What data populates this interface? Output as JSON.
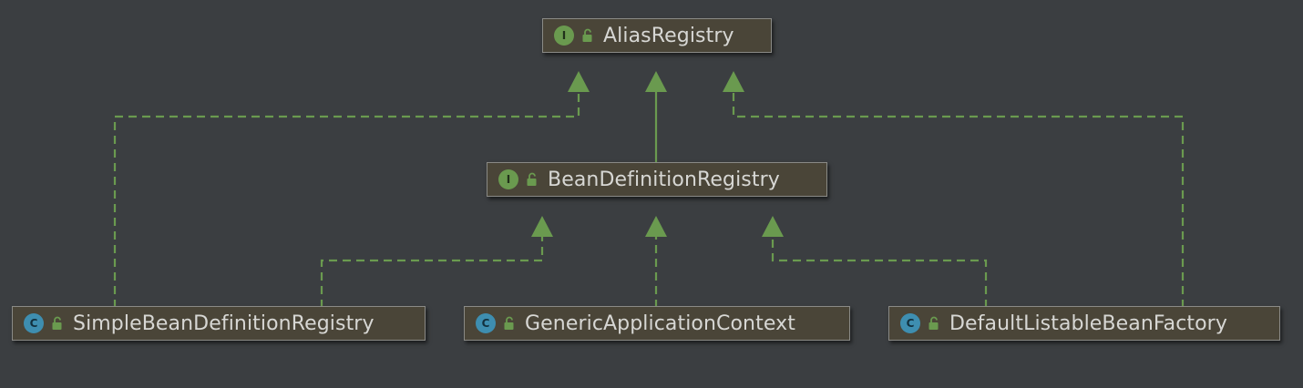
{
  "diagram": {
    "nodes": {
      "alias_registry": {
        "kind": "I",
        "kind_type": "interface",
        "label": "AliasRegistry"
      },
      "bean_definition_registry": {
        "kind": "I",
        "kind_type": "interface",
        "label": "BeanDefinitionRegistry"
      },
      "simple_bean_definition_registry": {
        "kind": "C",
        "kind_type": "class",
        "label": "SimpleBeanDefinitionRegistry"
      },
      "generic_application_context": {
        "kind": "C",
        "kind_type": "class",
        "label": "GenericApplicationContext"
      },
      "default_listable_bean_factory": {
        "kind": "C",
        "kind_type": "class",
        "label": "DefaultListableBeanFactory"
      }
    },
    "edges": [
      {
        "from": "BeanDefinitionRegistry",
        "to": "AliasRegistry",
        "relation": "extends",
        "style": "solid"
      },
      {
        "from": "SimpleBeanDefinitionRegistry",
        "to": "AliasRegistry",
        "relation": "implements",
        "style": "dashed"
      },
      {
        "from": "DefaultListableBeanFactory",
        "to": "AliasRegistry",
        "relation": "implements",
        "style": "dashed"
      },
      {
        "from": "SimpleBeanDefinitionRegistry",
        "to": "BeanDefinitionRegistry",
        "relation": "implements",
        "style": "dashed"
      },
      {
        "from": "GenericApplicationContext",
        "to": "BeanDefinitionRegistry",
        "relation": "implements",
        "style": "dashed"
      },
      {
        "from": "DefaultListableBeanFactory",
        "to": "BeanDefinitionRegistry",
        "relation": "implements",
        "style": "dashed"
      }
    ],
    "icons": {
      "interface_badge": "interface-icon",
      "class_badge": "class-icon",
      "access": "unlocked-public-icon"
    },
    "colors": {
      "background": "#3b3e41",
      "node_fill": "#4a4538",
      "node_border": "#8a8a86",
      "edge": "#6a9a4f",
      "interface_badge": "#6a9a4f",
      "class_badge": "#3e8eb0",
      "label": "#d7d7d4"
    }
  }
}
